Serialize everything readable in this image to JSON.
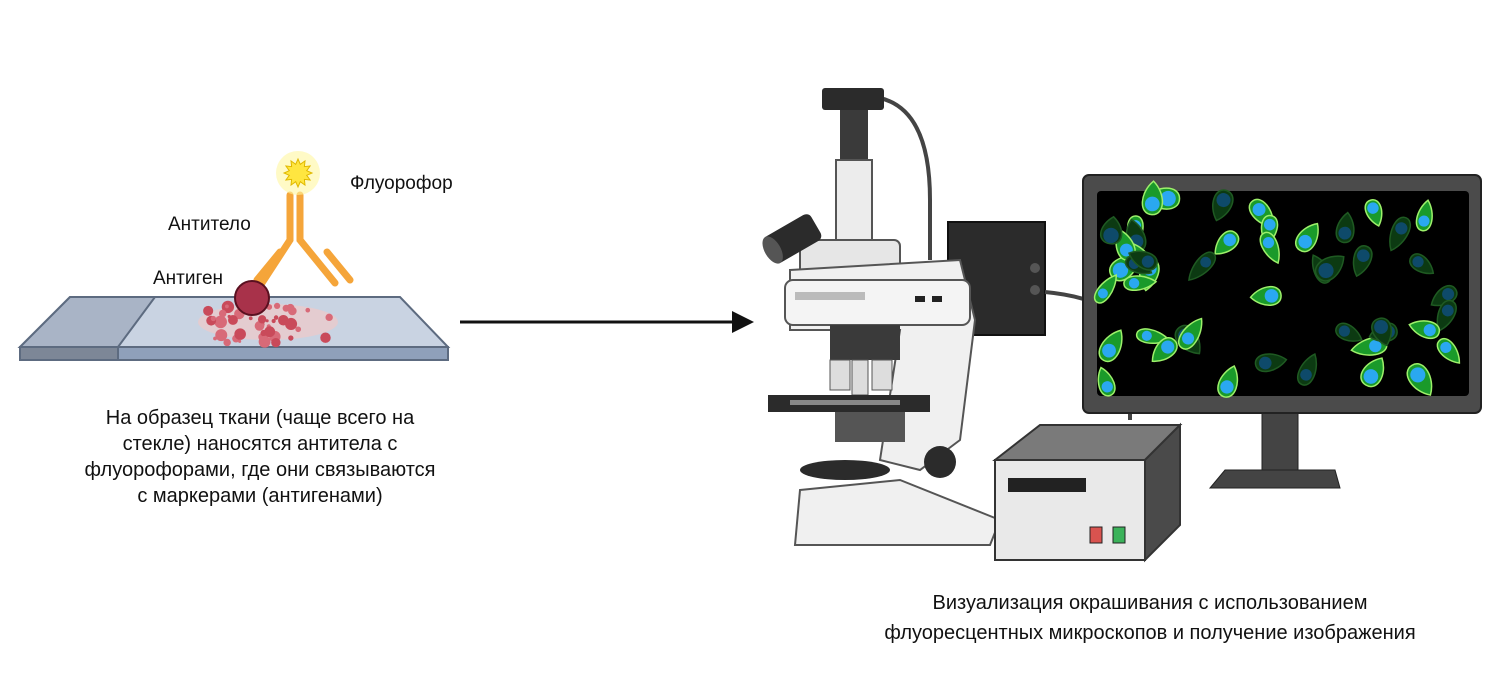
{
  "labels": {
    "fluorophore": "Флуорофор",
    "antibody": "Антитело",
    "antigen": "Антиген"
  },
  "left_caption": [
    "На образец ткани (чаще всего на",
    "стекле) наносятся антитела с",
    "флуорофорами, где они связываются",
    "с маркерами (антигенами)"
  ],
  "right_caption": [
    "Визуализация окрашивания с использованием",
    "флуоресцентных микроскопов и получение изображения"
  ],
  "colors": {
    "antibody": "#f5a53a",
    "antigen": "#a8324a",
    "fluorophore": "#ffe640",
    "slide": "#b8c4d6",
    "screen": "#000000",
    "cell_bright": "#1a9a2a",
    "nucleus": "#2aa8f0"
  }
}
